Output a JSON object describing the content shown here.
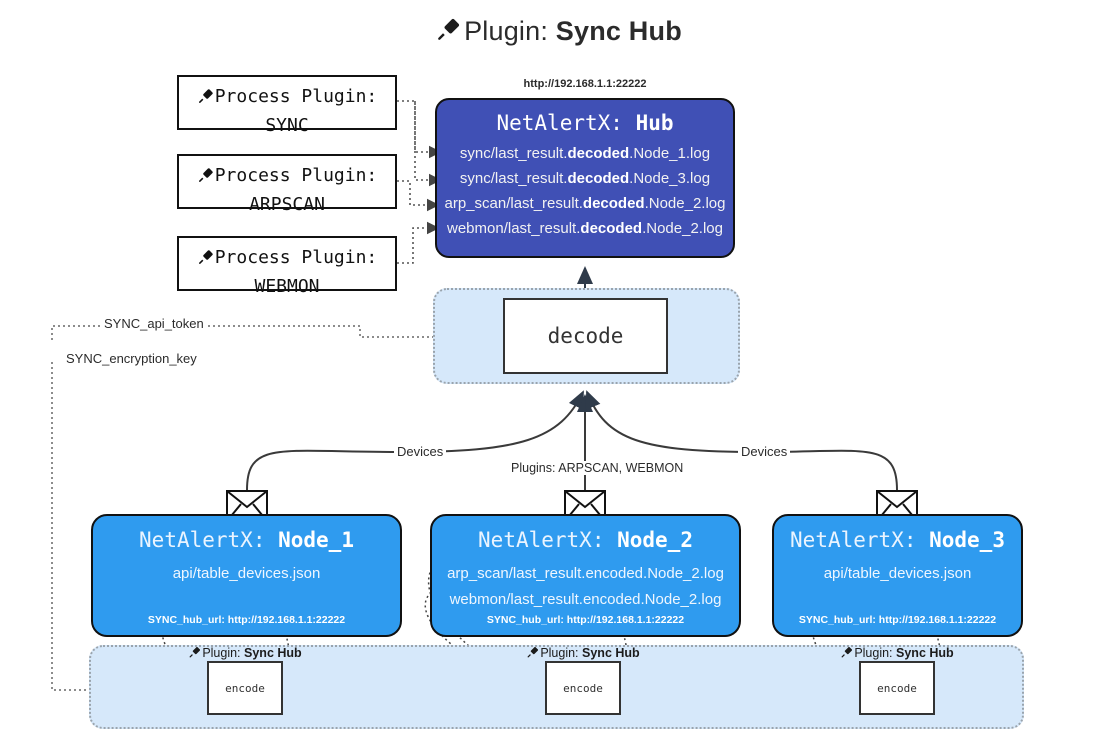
{
  "title": {
    "icon": "plug-icon",
    "prefix": "Plugin: ",
    "name": "Sync Hub"
  },
  "process_plugins": [
    {
      "icon": "plug-icon",
      "line1": "Process Plugin:",
      "line2": "SYNC"
    },
    {
      "icon": "plug-icon",
      "line1": "Process Plugin:",
      "line2": "ARPSCAN"
    },
    {
      "icon": "plug-icon",
      "line1": "Process Plugin:",
      "line2": "WEBMON"
    }
  ],
  "hub": {
    "url": "http://192.168.1.1:22222",
    "title_prefix": "NetAlertX: ",
    "title_name": "Hub",
    "logs": [
      {
        "pre": "sync/last_result.",
        "mid": "decoded",
        "post": ".Node_1.log"
      },
      {
        "pre": "sync/last_result.",
        "mid": "decoded",
        "post": ".Node_3.log"
      },
      {
        "pre": "arp_scan/last_result.",
        "mid": "decoded",
        "post": ".Node_2.log"
      },
      {
        "pre": "webmon/last_result.",
        "mid": "decoded",
        "post": ".Node_2.log"
      }
    ]
  },
  "decode": {
    "label": "decode"
  },
  "secrets": [
    {
      "label": "SYNC_api_token"
    },
    {
      "label": "SYNC_encryption_key"
    }
  ],
  "flow_labels": {
    "devices_left": "Devices",
    "devices_right": "Devices",
    "plugins_middle": "Plugins: ARPSCAN, WEBMON"
  },
  "nodes": [
    {
      "icon": "envelope-icon",
      "title_prefix": "NetAlertX: ",
      "title_name": "Node_1",
      "lines": [
        "api/table_devices.json"
      ],
      "footer": "SYNC_hub_url: http://192.168.1.1:22222"
    },
    {
      "icon": "envelope-icon",
      "title_prefix": "NetAlertX: ",
      "title_name": "Node_2",
      "lines": [
        "arp_scan/last_result.encoded.Node_2.log",
        "webmon/last_result.encoded.Node_2.log"
      ],
      "footer": "SYNC_hub_url: http://192.168.1.1:22222"
    },
    {
      "icon": "envelope-icon",
      "title_prefix": "NetAlertX: ",
      "title_name": "Node_3",
      "lines": [
        "api/table_devices.json"
      ],
      "footer": "SYNC_hub_url: http://192.168.1.1:22222"
    }
  ],
  "encoders": [
    {
      "icon": "plug-icon",
      "label_prefix": "Plugin: ",
      "label_name": "Sync Hub",
      "box_label": "encode"
    },
    {
      "icon": "plug-icon",
      "label_prefix": "Plugin: ",
      "label_name": "Sync Hub",
      "box_label": "encode"
    },
    {
      "icon": "plug-icon",
      "label_prefix": "Plugin: ",
      "label_name": "Sync Hub",
      "box_label": "encode"
    }
  ],
  "colors": {
    "hub_fill": "#4050b5",
    "node_fill": "#2f9bef",
    "container_fill": "#d6e8fa",
    "stroke": "#111111",
    "dotted": "#9aa4ad"
  }
}
